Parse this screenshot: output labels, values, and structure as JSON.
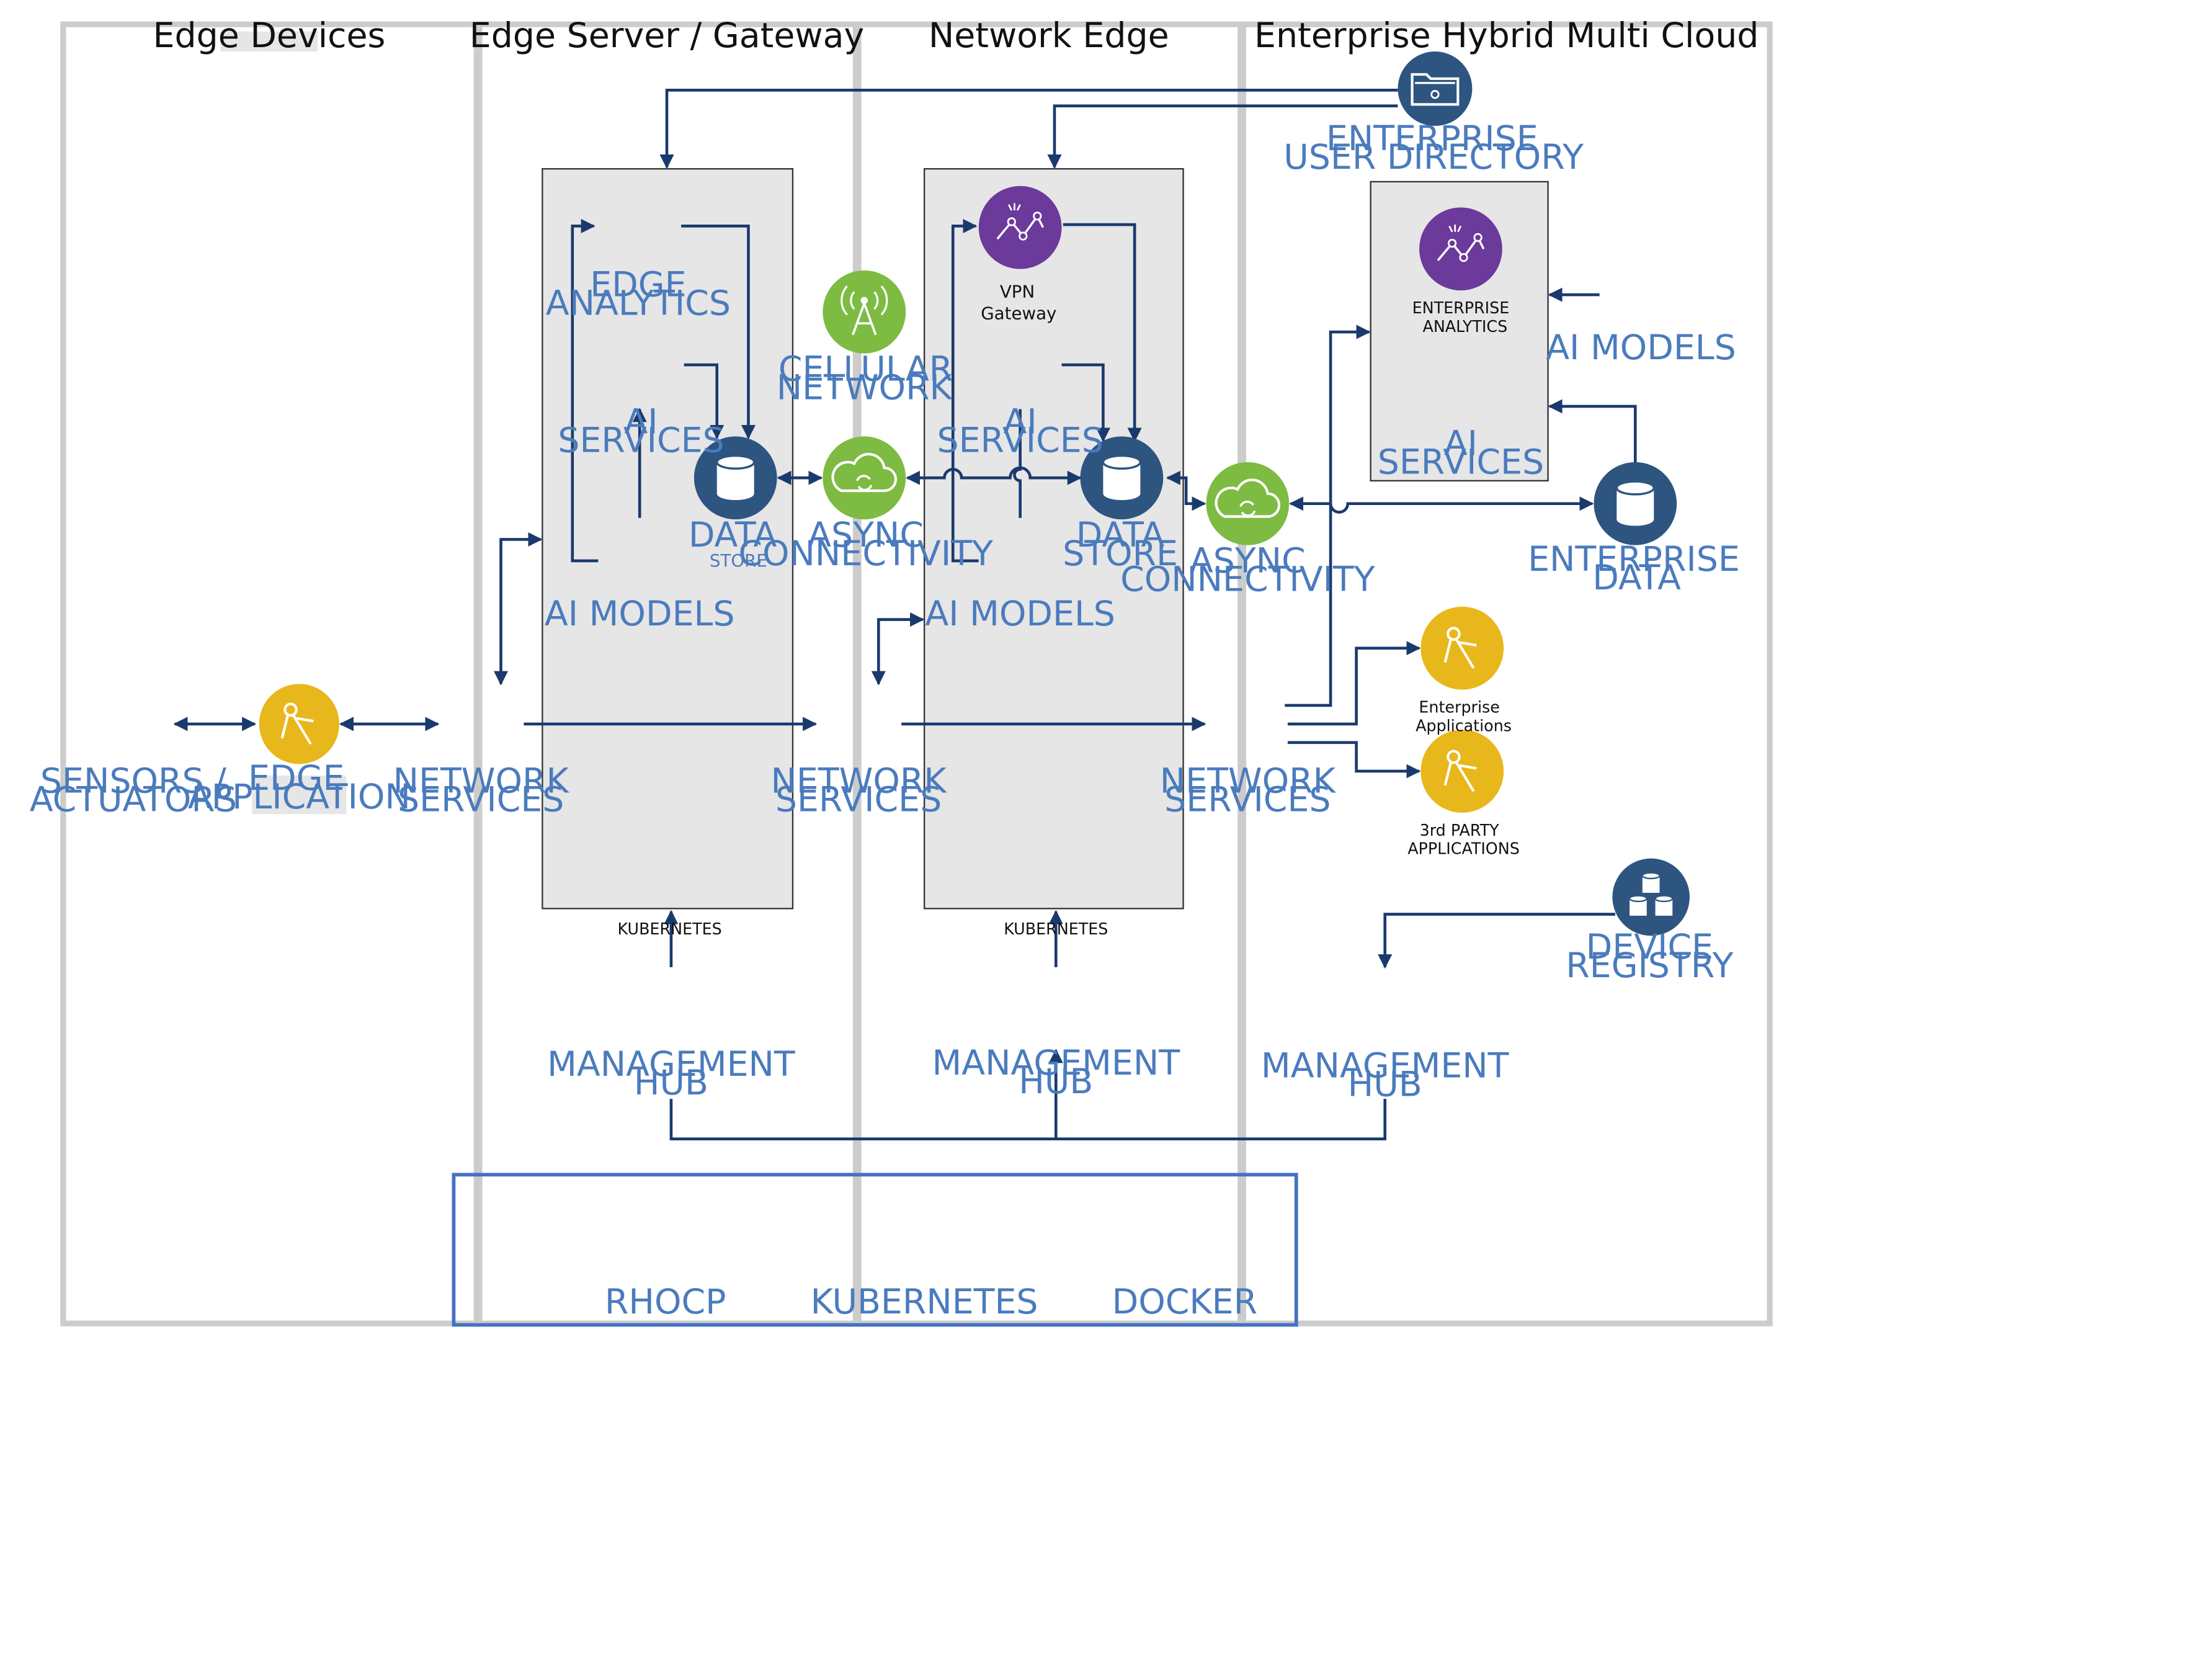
{
  "columns": {
    "edge_devices": "Edge Devices",
    "edge_server": "Edge Server / Gateway",
    "network_edge": "Network Edge",
    "hybrid_cloud": "Enterprise Hybrid Multi Cloud"
  },
  "labels": {
    "sensors": [
      "SENSORS /",
      "ACTUATORS"
    ],
    "edge_application": [
      "EDGE",
      "APPLICATION"
    ],
    "network_services": [
      "NETWORK",
      "SERVICES"
    ],
    "edge_analytics": [
      "EDGE",
      "ANALYTICS"
    ],
    "ai_services": [
      "AI",
      "SERVICES"
    ],
    "ai_models": "AI MODELS",
    "data_store_1": [
      "DATA",
      "STORE"
    ],
    "data_store_2": [
      "DATA",
      "STORE"
    ],
    "cellular_network": [
      "CELLULAR",
      "NETWORK"
    ],
    "async_connectivity": [
      "ASYNC",
      "CONNECTIVITY"
    ],
    "vpn_gateway": [
      "VPN",
      "Gateway"
    ],
    "kubernetes": "KUBERNETES",
    "management_hub": [
      "MANAGEMENT",
      "HUB"
    ],
    "enterprise_user_directory": [
      "ENTERPRISE",
      "USER DIRECTORY"
    ],
    "enterprise_analytics": [
      "ENTERPRISE",
      "ANALYTICS"
    ],
    "enterprise_data": [
      "ENTERPRISE",
      "DATA"
    ],
    "enterprise_applications": [
      "Enterprise",
      "Applications"
    ],
    "third_party_applications": [
      "3rd PARTY",
      "APPLICATIONS"
    ],
    "device_registry": [
      "DEVICE",
      "REGISTRY"
    ],
    "rhocp": "RHOCP",
    "kubernetes_platform": "KUBERNETES",
    "docker": "DOCKER"
  },
  "colors": {
    "arrow": "#1a3a6e",
    "column_border": "#cccccc",
    "box_fill": "#e6e6e6",
    "label_blue": "#4a7bbd",
    "navy_icon": "#2d5580",
    "green_icon": "#7dbb42",
    "purple_icon": "#6b3a9b",
    "yellow_icon": "#e8b71b",
    "platform_border": "#4472c4"
  },
  "icons": {
    "edge_application": "compass-icon",
    "data_store": "database-icon",
    "cellular": "antenna-icon",
    "async": "cloud-sync-icon",
    "analytics": "analytics-icon",
    "user_directory": "folder-user-icon",
    "enterprise_applications": "compass-icon",
    "device_registry": "database-cluster-icon"
  }
}
